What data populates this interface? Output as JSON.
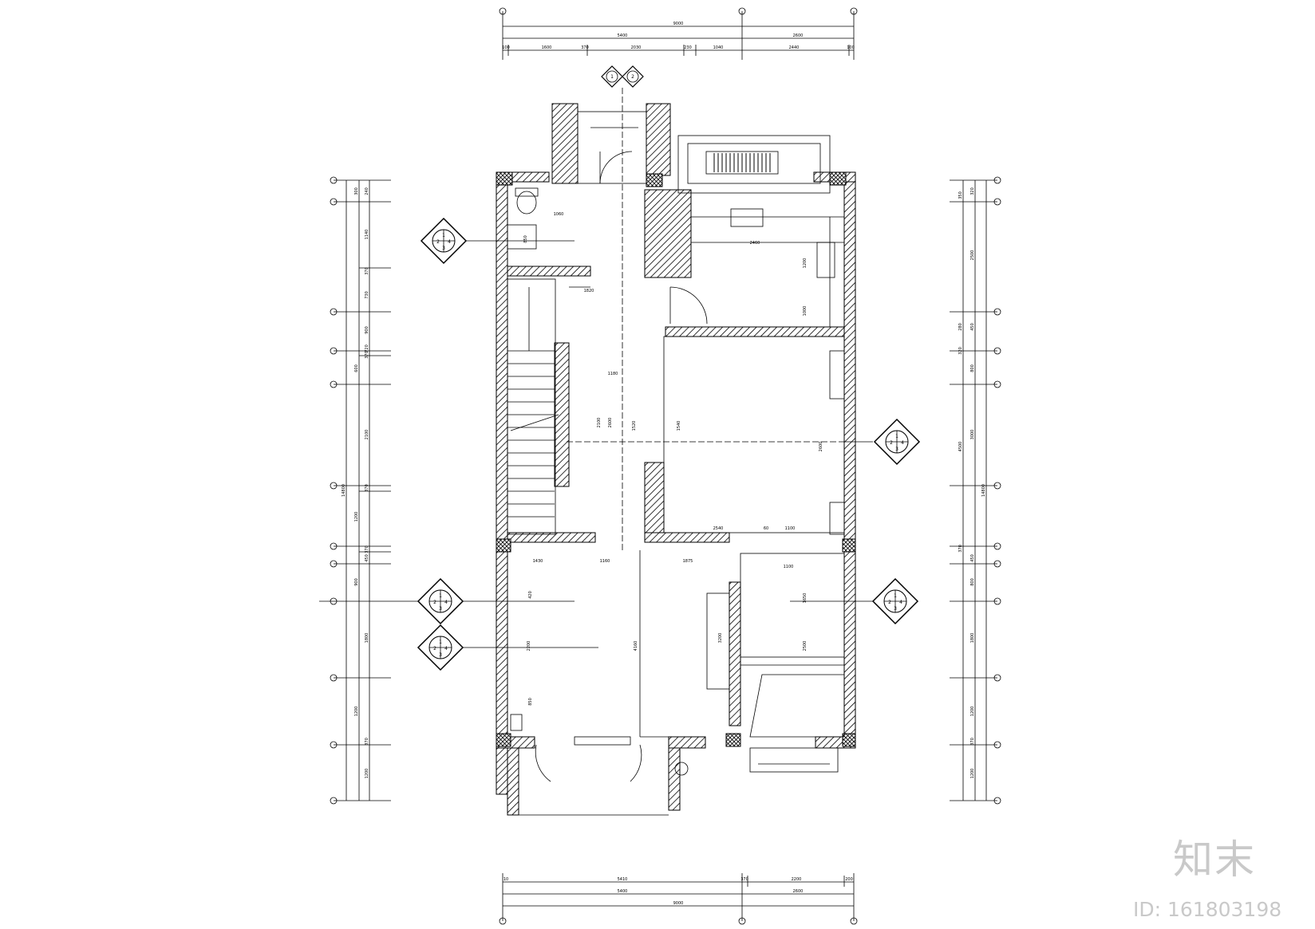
{
  "watermark": {
    "logo": "知末",
    "id": "ID: 161803198"
  },
  "top_dims": {
    "overall": "9000",
    "mid": [
      "5400",
      "2600"
    ],
    "parts": [
      "100",
      "1600",
      "370",
      "2030",
      "230",
      "1040",
      "2440",
      "100"
    ]
  },
  "bottom_dims": {
    "overall": "9000",
    "mid": [
      "5400",
      "2600"
    ],
    "parts": [
      "10",
      "5410",
      "370",
      "2200",
      "200"
    ]
  },
  "left_dims": {
    "overall": "14800",
    "segments": [
      "300",
      "240",
      "1140",
      "370",
      "730",
      "900",
      "720",
      "370",
      "600",
      "2100",
      "370",
      "1200",
      "370",
      "450",
      "900",
      "1800",
      "1200",
      "370",
      "1200"
    ]
  },
  "right_dims": {
    "overall": "14800",
    "segments": [
      "350",
      "320",
      "2500",
      "280",
      "450",
      "320",
      "800",
      "3000",
      "4500",
      "370",
      "450",
      "800",
      "1800",
      "1200",
      "370",
      "1200"
    ]
  },
  "room_dims": [
    "1060",
    "850",
    "2460",
    "1200",
    "1000",
    "2600",
    "1520",
    "1540",
    "2540",
    "60",
    "1100",
    "1430",
    "1875",
    "1100",
    "1650",
    "2500",
    "4160",
    "2200",
    "2100",
    "3200",
    "1820",
    "2600",
    "1180",
    "1160",
    "850",
    "420"
  ],
  "symbols": [
    "1",
    "2",
    "3",
    "4"
  ]
}
